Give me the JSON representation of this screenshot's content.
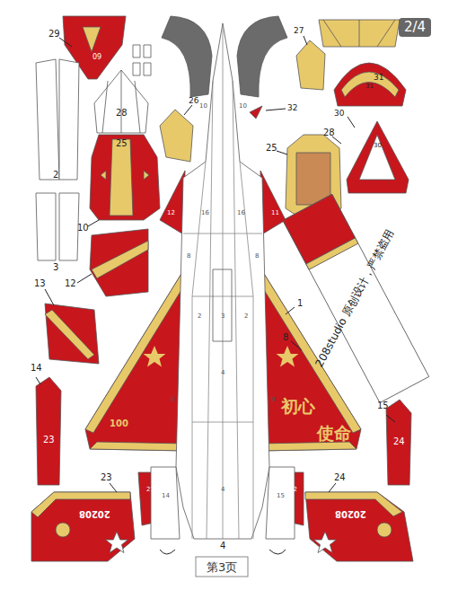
{
  "diagram": {
    "nodes": [
      {
        "text": [
          "2/4"
        ]
      },
      {
        "text": [
          "第3页"
        ]
      }
    ],
    "labels": [
      "29",
      "09",
      "27",
      "31",
      "30",
      "26",
      "32",
      "28",
      "25",
      "2",
      "10",
      "3",
      "12",
      "13",
      "28",
      "25",
      "1",
      "8",
      "14",
      "15",
      "23",
      "24",
      "23",
      "24",
      "4",
      "初心",
      "使命",
      "20208",
      "20208",
      "100",
      "208studio 原创设计，严禁盗用",
      "10",
      "10",
      "16",
      "16",
      "12",
      "11",
      "2",
      "2",
      "4",
      "4",
      "9",
      "9",
      "8",
      "8",
      "21",
      "22",
      "14",
      "15",
      "30",
      "3",
      "31"
    ]
  }
}
